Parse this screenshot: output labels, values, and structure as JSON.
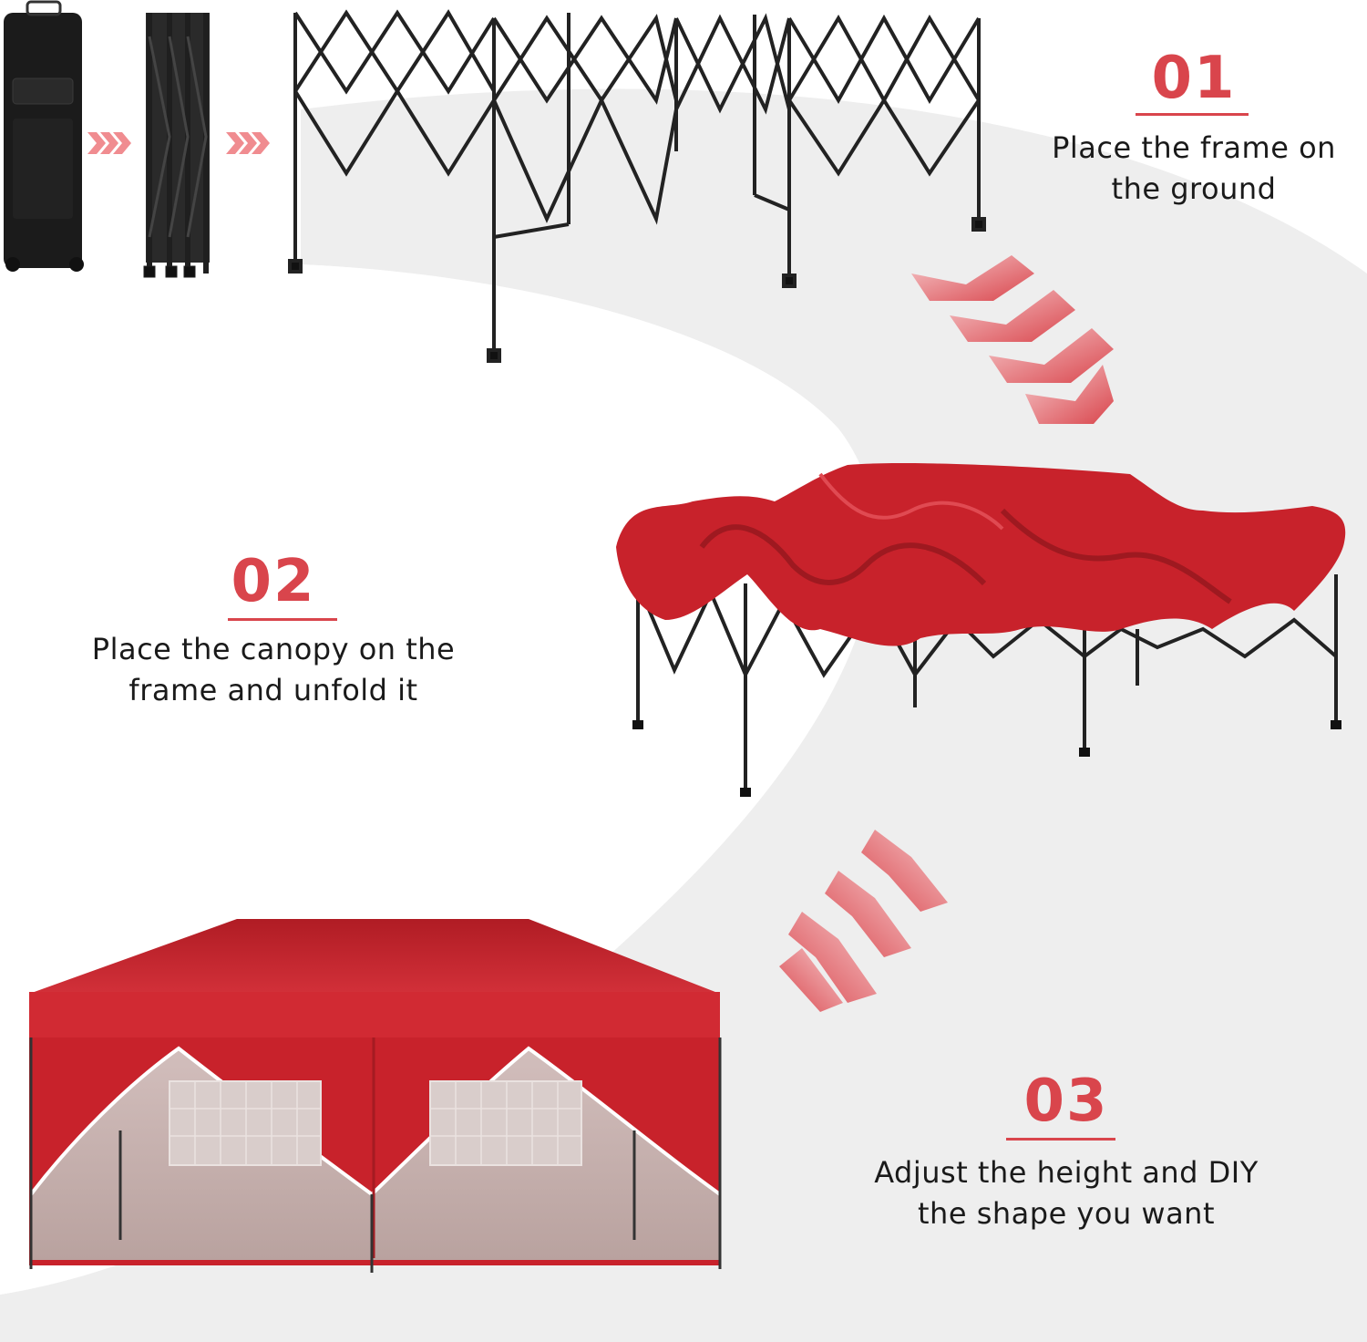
{
  "colors": {
    "accent": "#d9454c",
    "canopy": "#c8222b",
    "canopy_dark": "#9e1920",
    "frame": "#222222",
    "path_band": "#eeeeee",
    "wall_inner": "#bfaaa8"
  },
  "steps": [
    {
      "number": "01",
      "lines": [
        "Place the frame on",
        "the ground"
      ]
    },
    {
      "number": "02",
      "lines": [
        "Place the canopy on the",
        "frame and unfold it"
      ]
    },
    {
      "number": "03",
      "lines": [
        "Adjust the height and DIY",
        "the shape you want"
      ]
    }
  ],
  "images": {
    "bag": "carry-bag-image",
    "folded_frame": "folded-frame-image",
    "expanded_frame": "expanded-frame-image",
    "draped_canopy": "draped-canopy-image",
    "finished_tent": "finished-tent-image"
  }
}
